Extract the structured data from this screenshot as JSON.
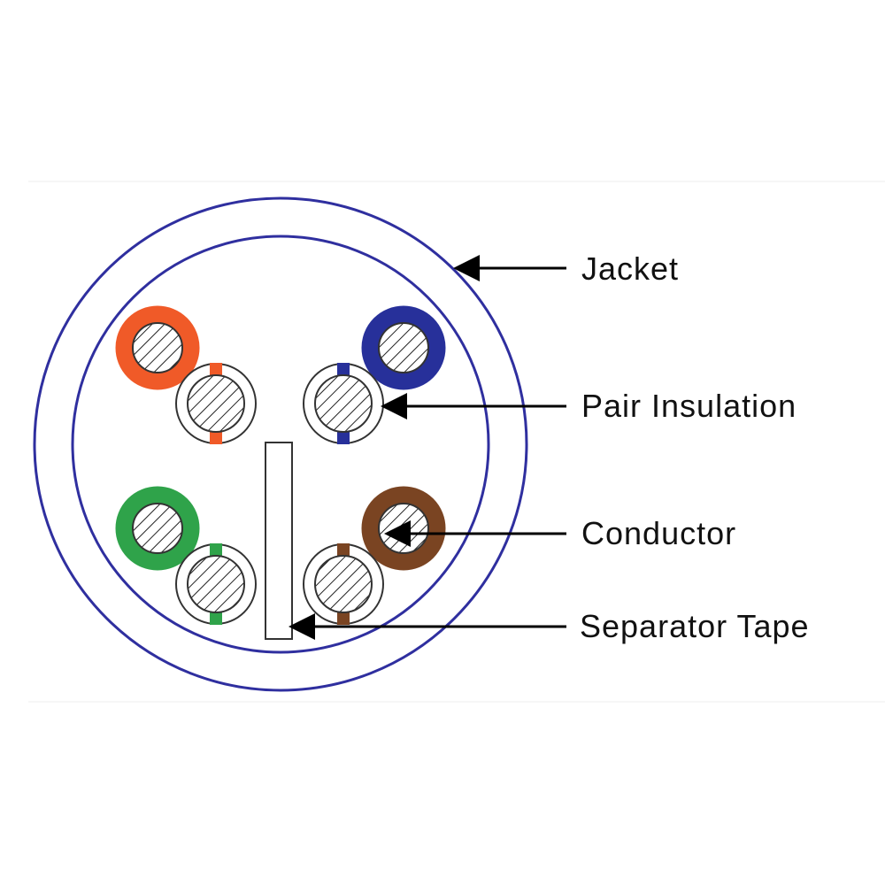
{
  "labels": {
    "jacket": "Jacket",
    "pair_insulation": "Pair Insulation",
    "conductor": "Conductor",
    "separator_tape": "Separator Tape"
  },
  "colors": {
    "jacket": "#2f2f9f",
    "orange": "#f05a28",
    "blue": "#27309a",
    "green": "#2fa34a",
    "brown": "#7a4422",
    "outline": "#333333",
    "arrow": "#000000"
  },
  "pairs": [
    {
      "name": "orange-pair",
      "color": "orange"
    },
    {
      "name": "blue-pair",
      "color": "blue"
    },
    {
      "name": "green-pair",
      "color": "green"
    },
    {
      "name": "brown-pair",
      "color": "brown"
    }
  ]
}
